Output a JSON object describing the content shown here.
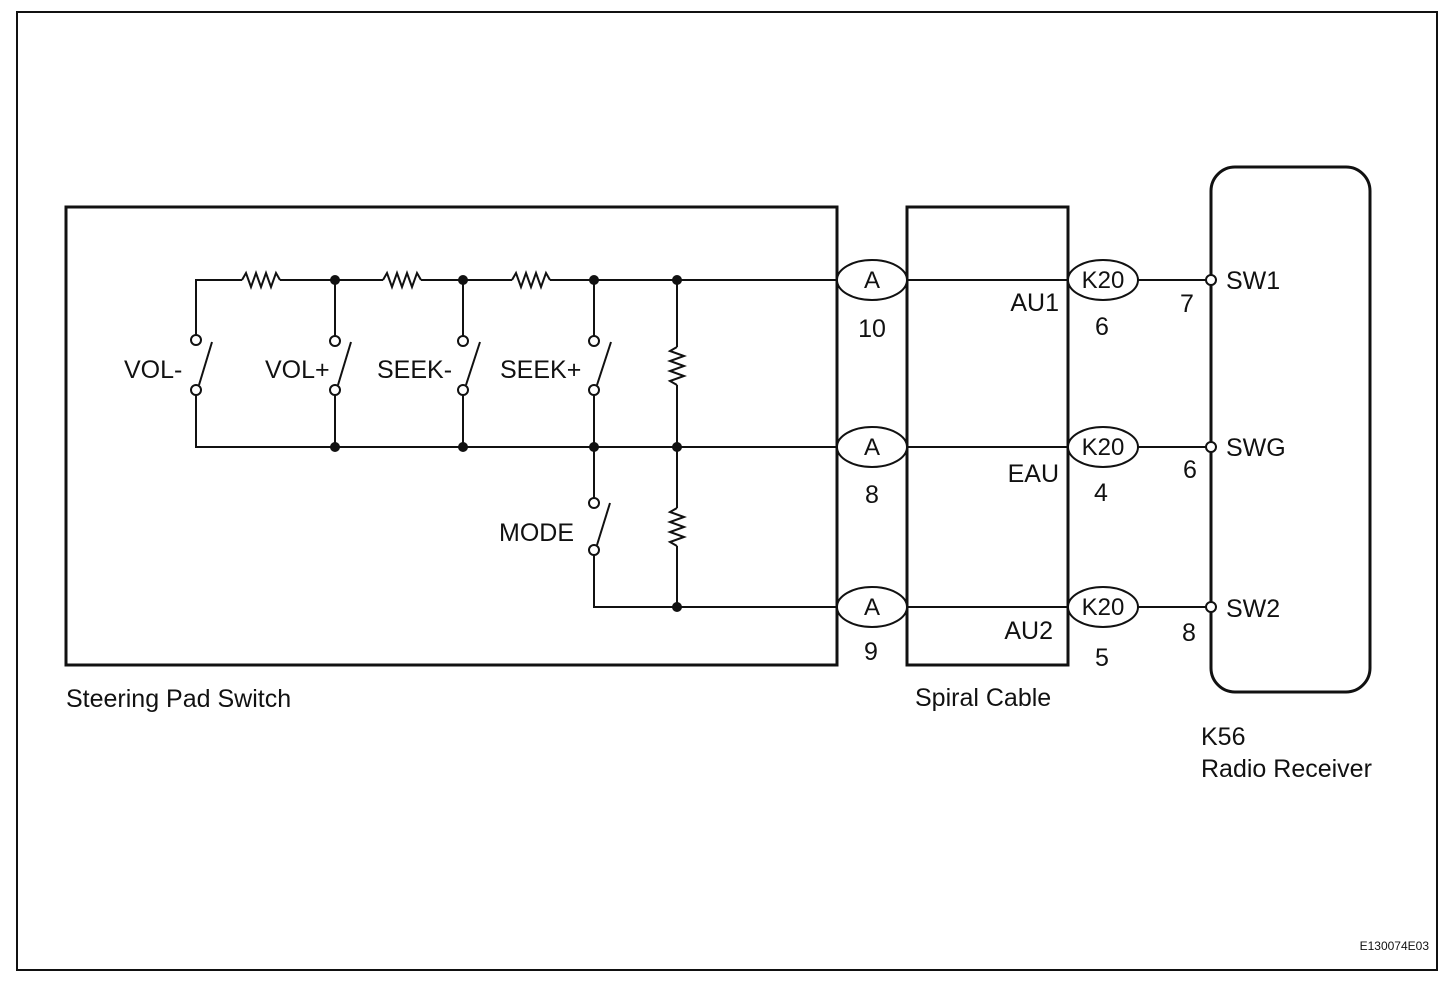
{
  "diagram": {
    "blocks": {
      "steering_pad_switch": "Steering Pad Switch",
      "spiral_cable": "Spiral Cable",
      "radio_code": "K56",
      "radio_name": "Radio Receiver"
    },
    "switches": {
      "vol_minus": "VOL-",
      "vol_plus": "VOL+",
      "seek_minus": "SEEK-",
      "seek_plus": "SEEK+",
      "mode": "MODE"
    },
    "connector_a": {
      "label": "A",
      "pins": {
        "top": "10",
        "mid": "8",
        "bot": "9"
      }
    },
    "connector_k20": {
      "label": "K20",
      "pins": {
        "top": "6",
        "mid": "4",
        "bot": "5"
      }
    },
    "spiral_terminals": {
      "top": "AU1",
      "mid": "EAU",
      "bot": "AU2"
    },
    "radio_terminals": {
      "top": "SW1",
      "mid": "SWG",
      "bot": "SW2"
    },
    "radio_pins": {
      "top": "7",
      "mid": "6",
      "bot": "8"
    },
    "figure_code": "E130074E03"
  }
}
